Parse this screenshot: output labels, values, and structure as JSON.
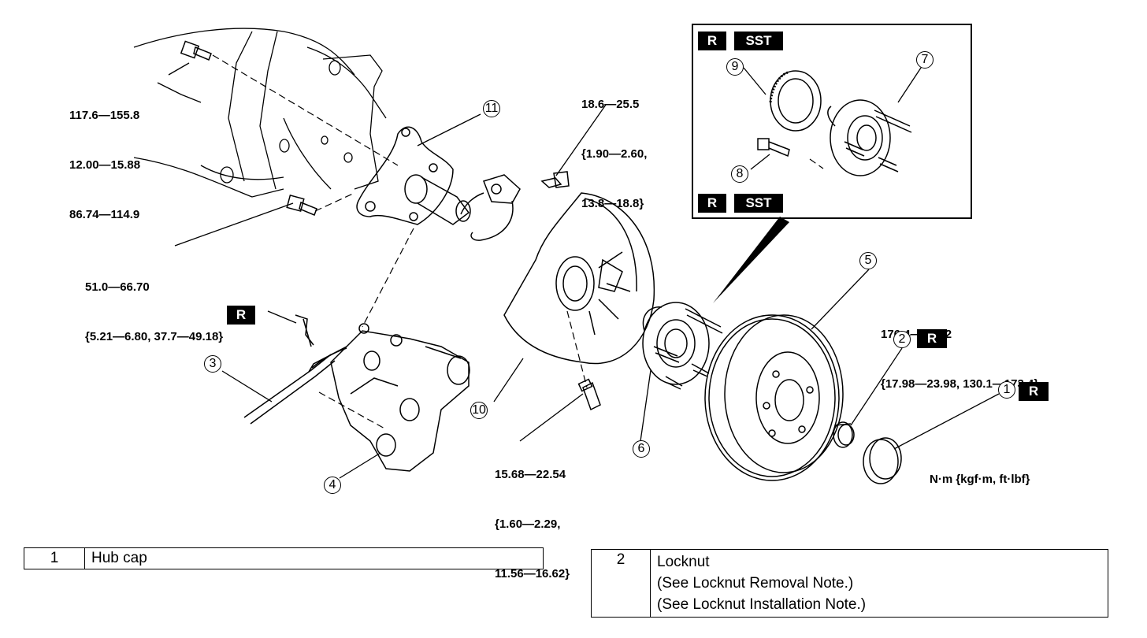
{
  "torque_specs": {
    "knuckle_upper_bolt": [
      "117.6—155.8",
      "12.00—15.88",
      "86.74—114.9"
    ],
    "sensor_bolt": [
      "18.6—25.5",
      "{1.90—2.60,",
      "13.8—18.8}"
    ],
    "knuckle_lower_bolt": [
      "51.0—66.70",
      "{5.21—6.80, 37.7—49.18}"
    ],
    "locknut": [
      "176.4—235.2",
      "{17.98—23.98, 130.1—173.4}"
    ],
    "dust_cover_bolt": [
      "15.68—22.54",
      "{1.60—2.29,",
      "11.56—16.62}"
    ]
  },
  "callouts": [
    "1",
    "2",
    "3",
    "4",
    "5",
    "6",
    "7",
    "8",
    "9",
    "10",
    "11"
  ],
  "tags": {
    "replace": "R",
    "special_tool": "SST"
  },
  "unit_label": "N·m {kgf·m,  ft·lbf}",
  "legend": {
    "row1": {
      "num": "1",
      "text": "Hub cap"
    },
    "row2": {
      "num": "2",
      "lines": [
        "Locknut",
        "(See Locknut Removal Note.)",
        "(See Locknut Installation Note.)"
      ]
    }
  }
}
